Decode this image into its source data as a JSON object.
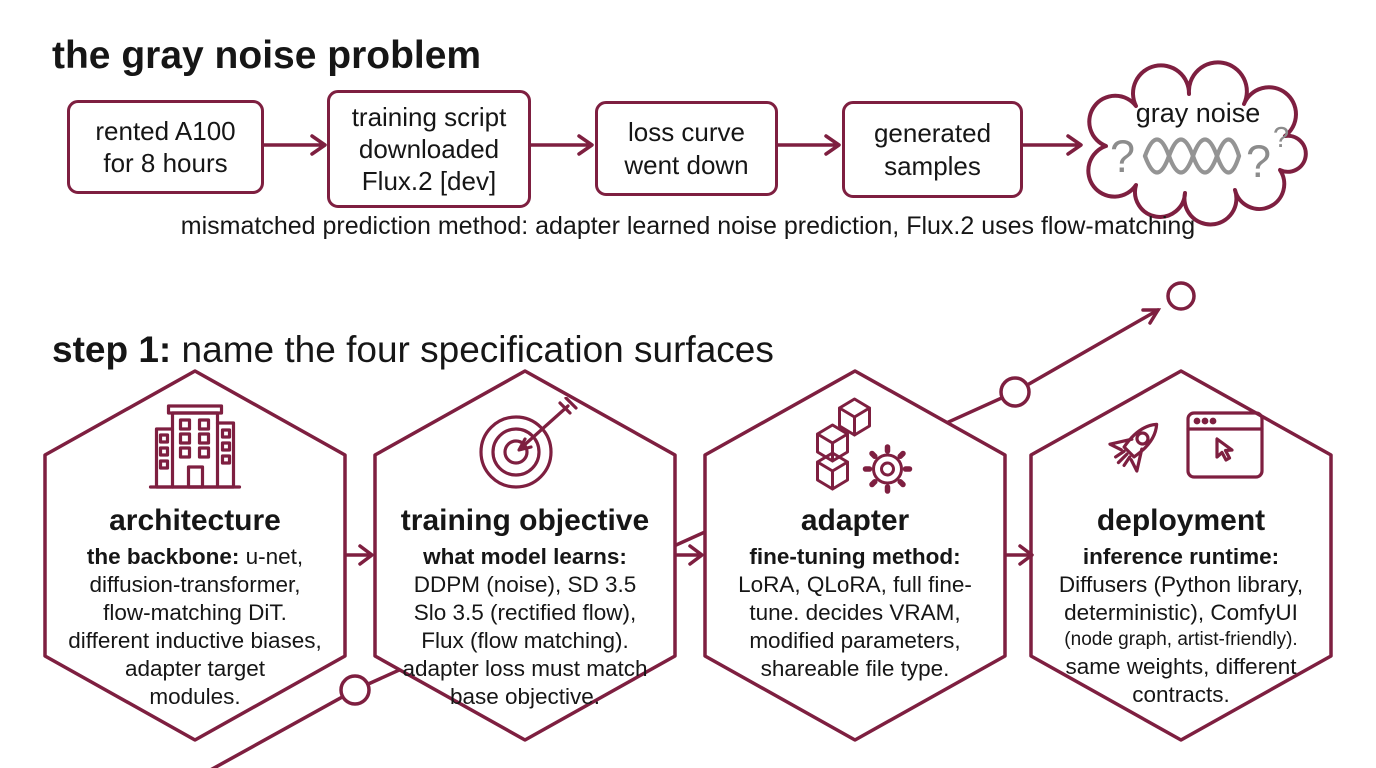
{
  "colors": {
    "maroon": "#7e1f40",
    "noise_gray": "#949494",
    "question_gray": "#8c8c8c",
    "text": "#161616",
    "background": "#ffffff"
  },
  "problem": {
    "title": "the gray noise problem",
    "flow_steps": [
      "rented A100\nfor 8 hours",
      "training script\ndownloaded\nFlux.2 [dev]",
      "loss curve\nwent down",
      "generated\nsamples"
    ],
    "cloud_icon": "thought-cloud-icon",
    "cloud_label": "gray noise",
    "cloud_questions": {
      "left": "?",
      "right": "?",
      "small": "?"
    },
    "noise_icon": "noise-waves-icon",
    "caption": "mismatched prediction method: adapter learned noise prediction, Flux.2 uses flow-matching"
  },
  "step": {
    "title_bold": "step 1:",
    "title_rest": " name the four specification surfaces",
    "trend_icon": "rising-trend-arrow",
    "hexagons": [
      {
        "icon": "building-icon",
        "title": "architecture",
        "lead": "the backbone:",
        "body": " u-net,\ndiffusion-transformer,\nflow-matching DiT.\ndifferent inductive biases,\nadapter target\nmodules."
      },
      {
        "icon": "target-icon",
        "title": "training objective",
        "lead": "what model learns:",
        "body": "\nDDPM (noise), SD 3.5\nSlo 3.5 (rectified flow),\nFlux (flow matching).\nadapter loss must match\nbase objective."
      },
      {
        "icon": "cubes-gear-icon",
        "title": "adapter",
        "lead": "fine-tuning method:",
        "body": "\nLoRA, QLoRA, full fine-\ntune. decides VRAM,\nmodified parameters,\nshareable file type."
      },
      {
        "icon": "rocket-browser-icon",
        "title": "deployment",
        "lead": "inference runtime:",
        "body": "\nDiffusers (Python library,\ndeterministic), ComfyUI",
        "body_small": "(node graph, artist-friendly).",
        "body2": "same weights, different\ncontracts."
      }
    ]
  }
}
